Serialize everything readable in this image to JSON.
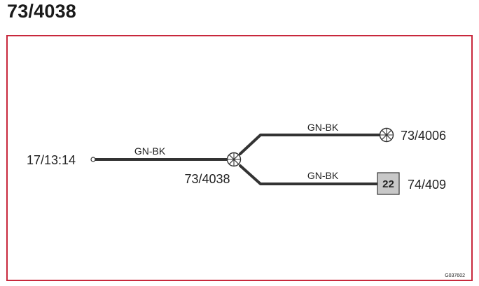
{
  "title": "73/4038",
  "wires": [
    {
      "color_code": "GN-BK"
    },
    {
      "color_code": "GN-BK"
    },
    {
      "color_code": "GN-BK"
    }
  ],
  "endpoints": {
    "source": "17/13:14",
    "splice": "73/4038",
    "upper_target": "73/4006",
    "lower_target": "74/409"
  },
  "lower_target_box": "22",
  "figure_ref": "G037602",
  "colors": {
    "frame": "#c8283c",
    "wire": "#333333",
    "box_fill": "#c8c8c8"
  }
}
